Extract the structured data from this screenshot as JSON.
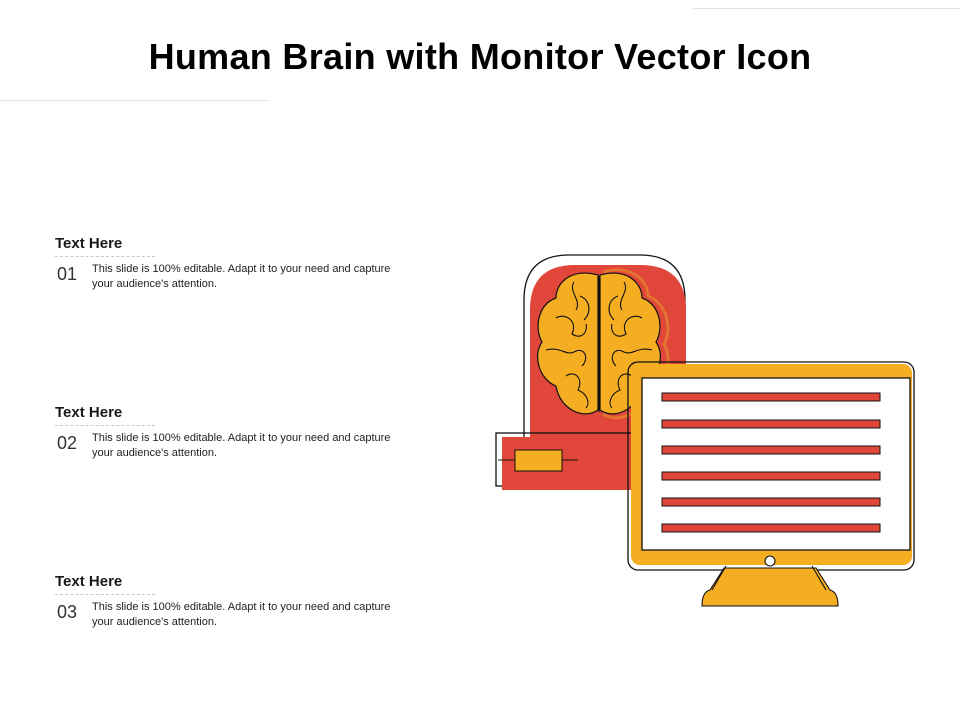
{
  "page": {
    "title": "Human Brain with Monitor Vector Icon"
  },
  "items": [
    {
      "heading": "Text Here",
      "number": "01",
      "description": "This slide is 100% editable. Adapt it to your need and capture your audience's attention."
    },
    {
      "heading": "Text Here",
      "number": "02",
      "description": "This slide is 100% editable. Adapt it to your need and capture your audience's attention."
    },
    {
      "heading": "Text Here",
      "number": "03",
      "description": "This slide is 100% editable. Adapt it to your need and capture your audience's attention."
    }
  ],
  "illustration": {
    "icon": "brain-monitor-icon",
    "colors": {
      "red": "#e0463a",
      "orange": "#f5ae22",
      "outline": "#111111"
    }
  }
}
